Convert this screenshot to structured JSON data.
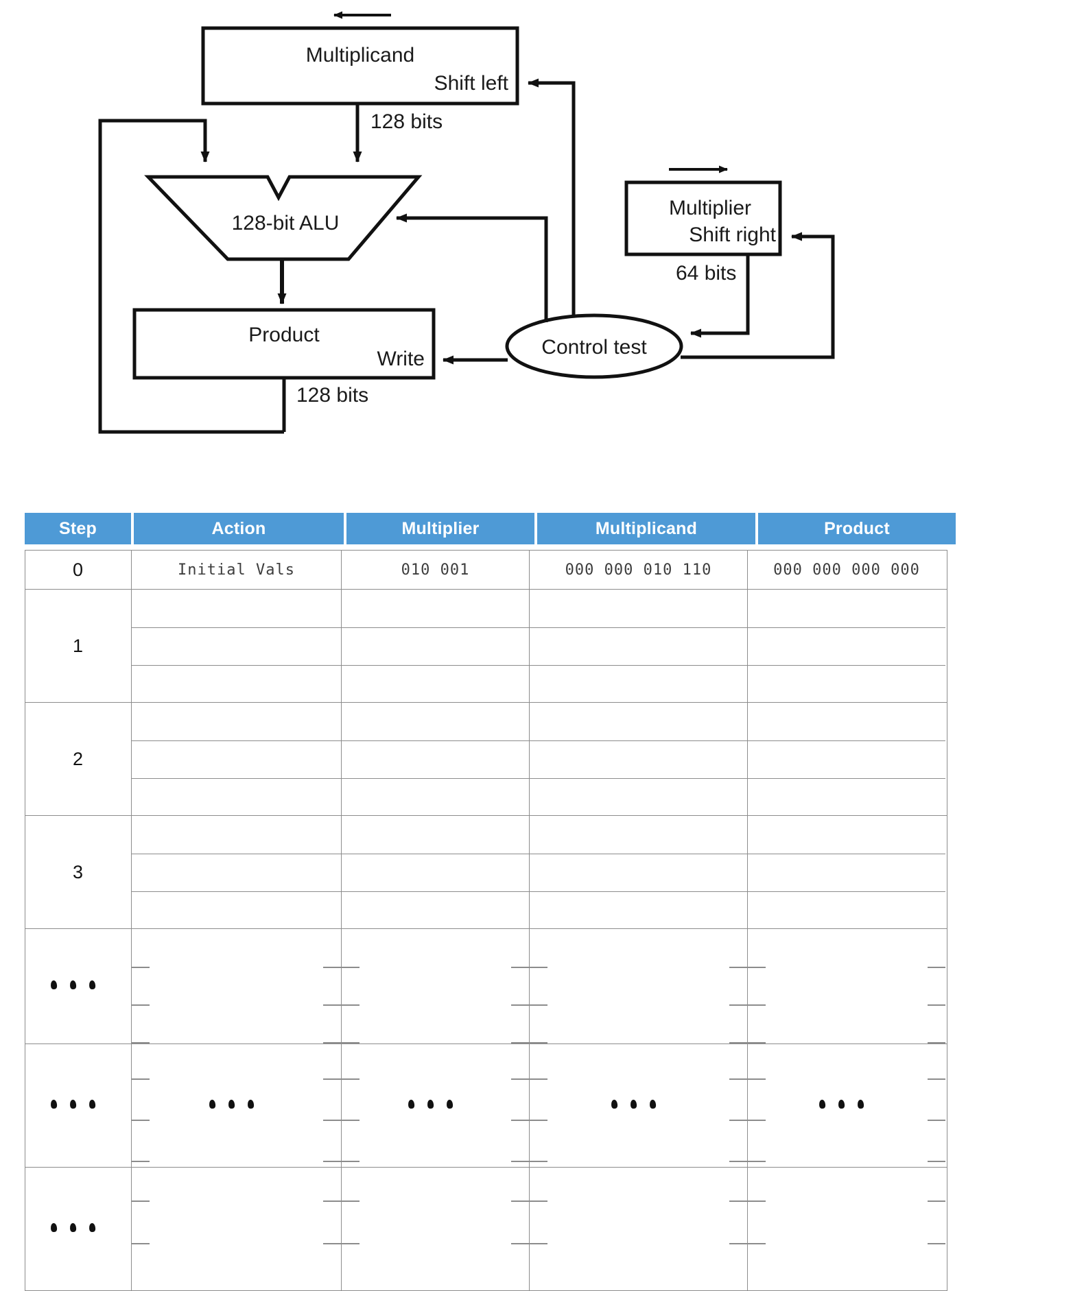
{
  "diagram": {
    "title": "Multiplication hardware datapath (shift-left multiplicand / shift-right multiplier)",
    "blocks": {
      "multiplicand": {
        "label": "Multiplicand",
        "sub_label": "Shift left",
        "bus": "128 bits"
      },
      "alu": {
        "label": "128-bit ALU"
      },
      "product": {
        "label": "Product",
        "sub_label": "Write",
        "bus": "128 bits"
      },
      "multiplier": {
        "label": "Multiplier",
        "sub_label": "Shift right",
        "bus": "64 bits"
      },
      "control": {
        "label": "Control test"
      }
    },
    "arrow_icons": {
      "multiplicand_shift": "arrow-left-icon",
      "multiplier_shift": "arrow-right-icon"
    }
  },
  "table": {
    "columns": [
      "Step",
      "Action",
      "Multiplier",
      "Multiplicand",
      "Product"
    ],
    "rows": [
      {
        "step": "0",
        "action": "Initial Vals",
        "multiplier": "010  001",
        "multiplicand": "000 000 010 110",
        "product": "000 000 000 000"
      },
      {
        "step": "1",
        "action": "",
        "multiplier": "",
        "multiplicand": "",
        "product": ""
      },
      {
        "step": "2",
        "action": "",
        "multiplier": "",
        "multiplicand": "",
        "product": ""
      },
      {
        "step": "3",
        "action": "",
        "multiplier": "",
        "multiplicand": "",
        "product": ""
      }
    ],
    "ellipsis_rows": [
      {
        "step": "...",
        "action": "",
        "multiplier": "",
        "multiplicand": "",
        "product": ""
      },
      {
        "step": "...",
        "action": "...",
        "multiplier": "...",
        "multiplicand": "...",
        "product": "..."
      },
      {
        "step": "...",
        "action": "",
        "multiplier": "",
        "multiplicand": "",
        "product": ""
      }
    ]
  },
  "colors": {
    "header_blue": "#4e9ad6",
    "header_text": "#ffffff",
    "grid_line": "#8c8c8c",
    "diagram_stroke": "#111111",
    "cell_text": "#3d3d3d"
  }
}
